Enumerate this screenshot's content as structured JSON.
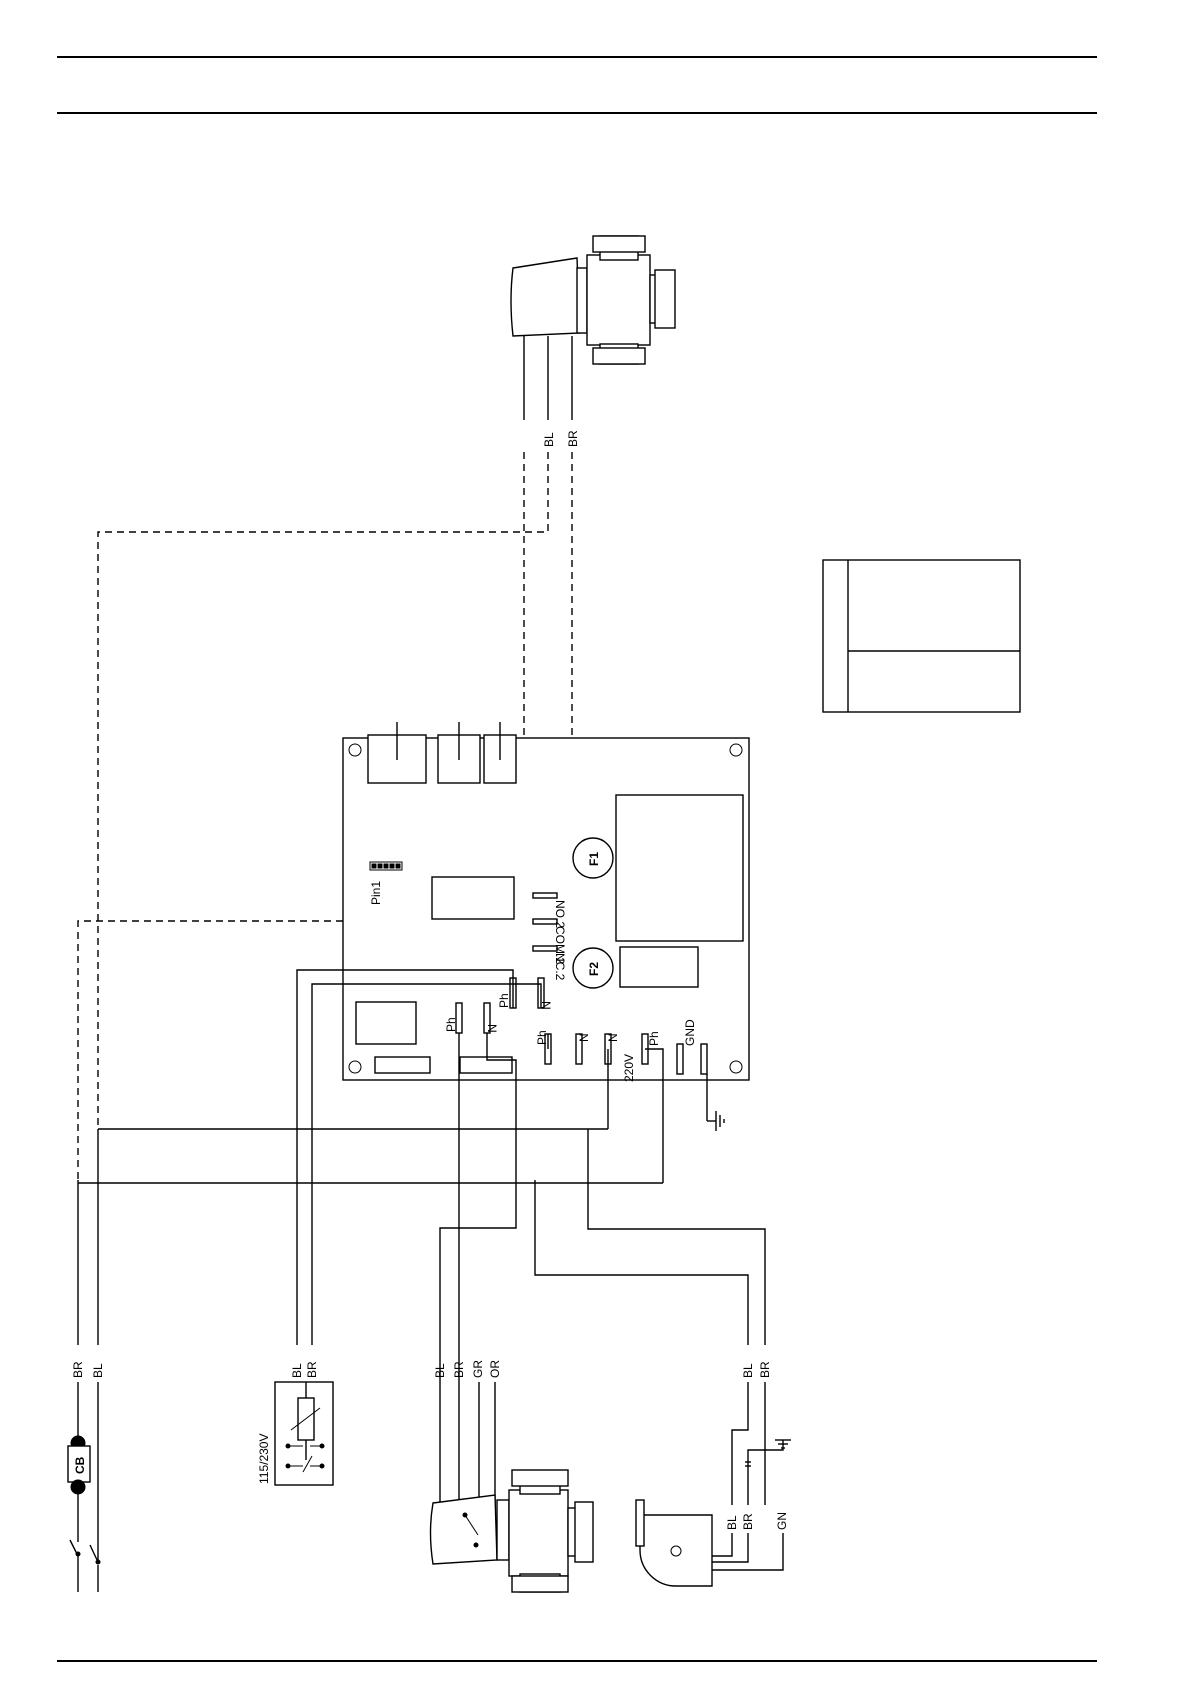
{
  "labels": {
    "valve_top_bl": "BL",
    "valve_top_br": "BR",
    "no_upper": "NO.2",
    "com": "COM.2",
    "no_lower": "NC.2",
    "fuse1": "F1",
    "fuse2": "F2",
    "pin1": "Pin1",
    "ph_upper": "Ph",
    "n_upper": "N",
    "ph_left": "Ph",
    "n_left": "N",
    "ph_main": "Ph",
    "n_main": "N",
    "n_220": "N",
    "v220": "220V",
    "ph_220": "Ph",
    "gnd": "GND",
    "supply_br": "BR",
    "supply_bl": "BL",
    "cb": "CB",
    "thermo_bl": "BL",
    "thermo_br": "BR",
    "thermo_voltage": "115/230V",
    "valve_bot_bl": "BL",
    "valve_bot_br": "BR",
    "valve_bot_gr": "GR",
    "valve_bot_or": "OR",
    "pump_bl_top": "BL",
    "pump_br_top": "BR",
    "pump_bl": "BL",
    "pump_br": "BR",
    "pump_gn": "GN"
  }
}
